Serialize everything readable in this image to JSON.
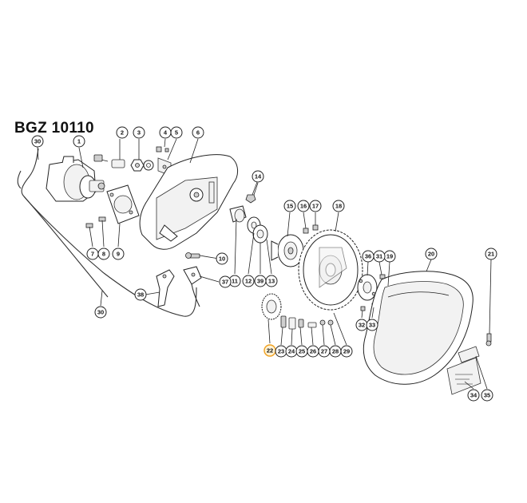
{
  "title": "BGZ 10110",
  "colors": {
    "line": "#222222",
    "highlight": "#f0a020"
  },
  "callouts": [
    {
      "label": "1"
    },
    {
      "label": "2"
    },
    {
      "label": "3"
    },
    {
      "label": "4"
    },
    {
      "label": "5"
    },
    {
      "label": "6"
    },
    {
      "label": "7"
    },
    {
      "label": "8"
    },
    {
      "label": "9"
    },
    {
      "label": "10"
    },
    {
      "label": "11"
    },
    {
      "label": "12"
    },
    {
      "label": "13"
    },
    {
      "label": "14"
    },
    {
      "label": "15"
    },
    {
      "label": "16"
    },
    {
      "label": "17"
    },
    {
      "label": "18"
    },
    {
      "label": "19"
    },
    {
      "label": "20"
    },
    {
      "label": "21"
    },
    {
      "label": "22"
    },
    {
      "label": "23"
    },
    {
      "label": "24"
    },
    {
      "label": "25"
    },
    {
      "label": "26"
    },
    {
      "label": "27"
    },
    {
      "label": "28"
    },
    {
      "label": "29"
    },
    {
      "label": "30"
    },
    {
      "label": "30"
    },
    {
      "label": "31"
    },
    {
      "label": "32"
    },
    {
      "label": "33"
    },
    {
      "label": "34"
    },
    {
      "label": "35"
    },
    {
      "label": "36"
    },
    {
      "label": "37"
    },
    {
      "label": "38"
    },
    {
      "label": "39"
    }
  ]
}
